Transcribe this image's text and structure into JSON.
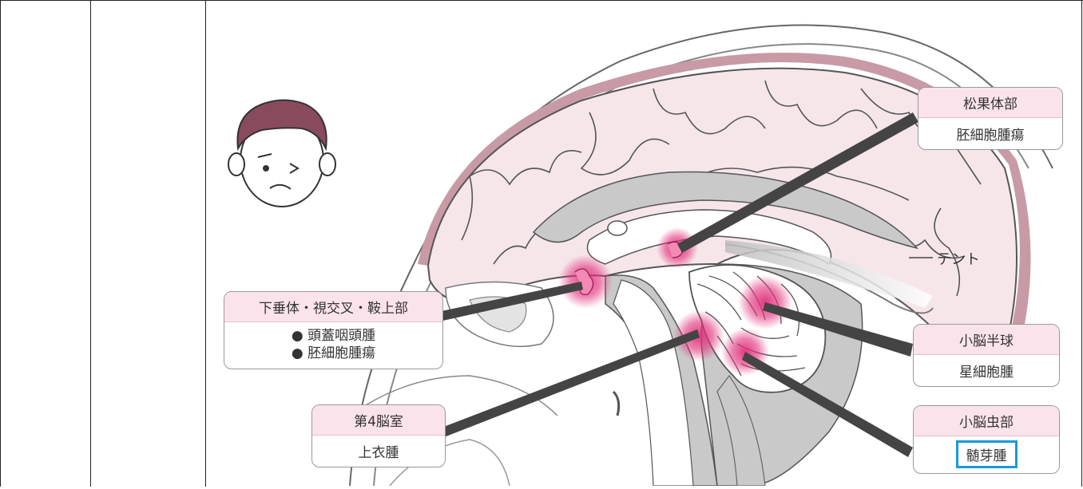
{
  "labels": {
    "pineal": {
      "title": "松果体部",
      "body": "胚細胞腫瘍"
    },
    "pituitary": {
      "title": "下垂体・視交叉・鞍上部",
      "items": [
        "● 頭蓋咽頭腫",
        "● 胚細胞腫瘍"
      ]
    },
    "fourth_ventricle": {
      "title": "第4脳室",
      "body": "上衣腫"
    },
    "cerebellar_hemisphere": {
      "title": "小脳半球",
      "body": "星細胞腫"
    },
    "cerebellar_vermis": {
      "title": "小脳虫部",
      "body": "髄芽腫"
    },
    "tentorium": "テント"
  },
  "colors": {
    "brain_fill": "#f6e6ea",
    "brain_stroke": "#555555",
    "ventricle_gray": "#c9c9c9",
    "membrane": "#c89aa6",
    "tumor_pink": "#e0307a",
    "label_header": "#fbe3ec",
    "highlight_border": "#1a9ad6",
    "leader_line": "#444444"
  }
}
